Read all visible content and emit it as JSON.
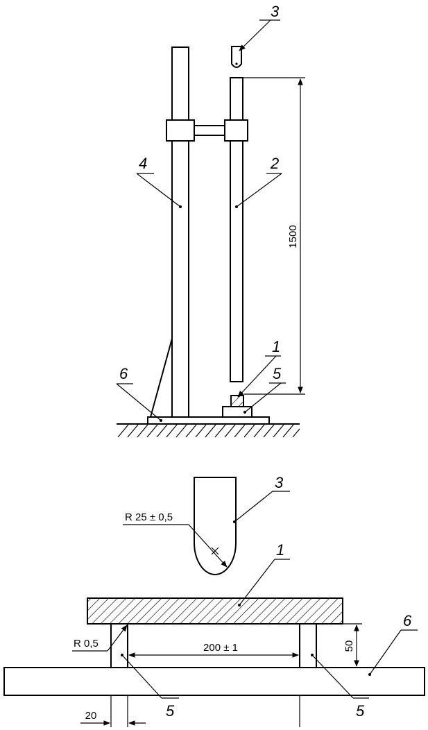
{
  "figure_top": {
    "labels": {
      "item_1": "1",
      "item_2": "2",
      "item_3": "3",
      "item_4": "4",
      "item_5": "5",
      "item_6": "6"
    },
    "height_dimension": "1500"
  },
  "figure_bottom": {
    "labels": {
      "item_1": "1",
      "item_3": "3",
      "item_5_left": "5",
      "item_5_right": "5",
      "item_6": "6"
    },
    "striker_radius": "R 25 ± 0,5",
    "edge_radius": "R 0,5",
    "span_dimension": "200 ± 1",
    "support_height": "50",
    "support_width": "20"
  }
}
